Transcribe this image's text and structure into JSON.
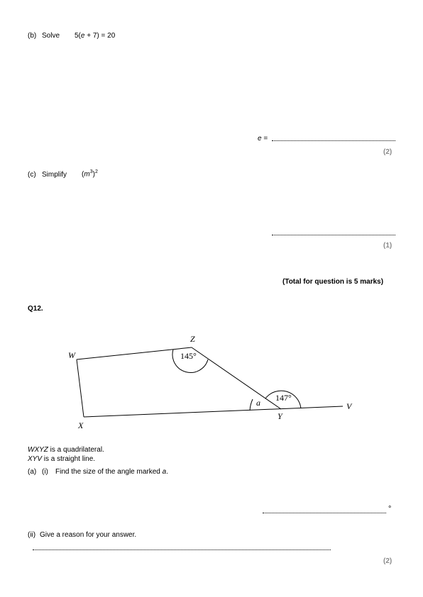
{
  "part_b": {
    "label": "(b)",
    "verb": "Solve",
    "expr_pre": "5(",
    "var": "e",
    "expr_post": " + 7) = 20",
    "answer_var": "e",
    "answer_eq": " =",
    "marks": "(2)"
  },
  "part_c": {
    "label": "(c)",
    "verb": "Simplify",
    "expr_open": "(",
    "expr_var": "m",
    "expr_inner_exp": "3",
    "expr_close": ")",
    "expr_outer_exp": "2",
    "marks": "(1)"
  },
  "total": "(Total for question is 5 marks)",
  "question": {
    "number": "Q12.",
    "diagram": {
      "vertex_w": "W",
      "vertex_x": "X",
      "vertex_y": "Y",
      "vertex_z": "Z",
      "vertex_v": "V",
      "angle_z": "145°",
      "angle_y": "147°",
      "angle_a": "a"
    },
    "stmt1_shape": "WXYZ",
    "stmt1_rest": " is a quadrilateral.",
    "stmt2_shape": "XYV",
    "stmt2_rest": " is a straight line.",
    "part_a_label": "(a)",
    "part_a_sub": "(i)",
    "part_a_text": "Find the size of the angle marked ",
    "part_a_var": "a",
    "part_a_end": ".",
    "degree_symbol": "°",
    "part_ii_label": "(ii)",
    "part_ii_text": "Give a reason for your answer.",
    "marks": "(2)"
  }
}
